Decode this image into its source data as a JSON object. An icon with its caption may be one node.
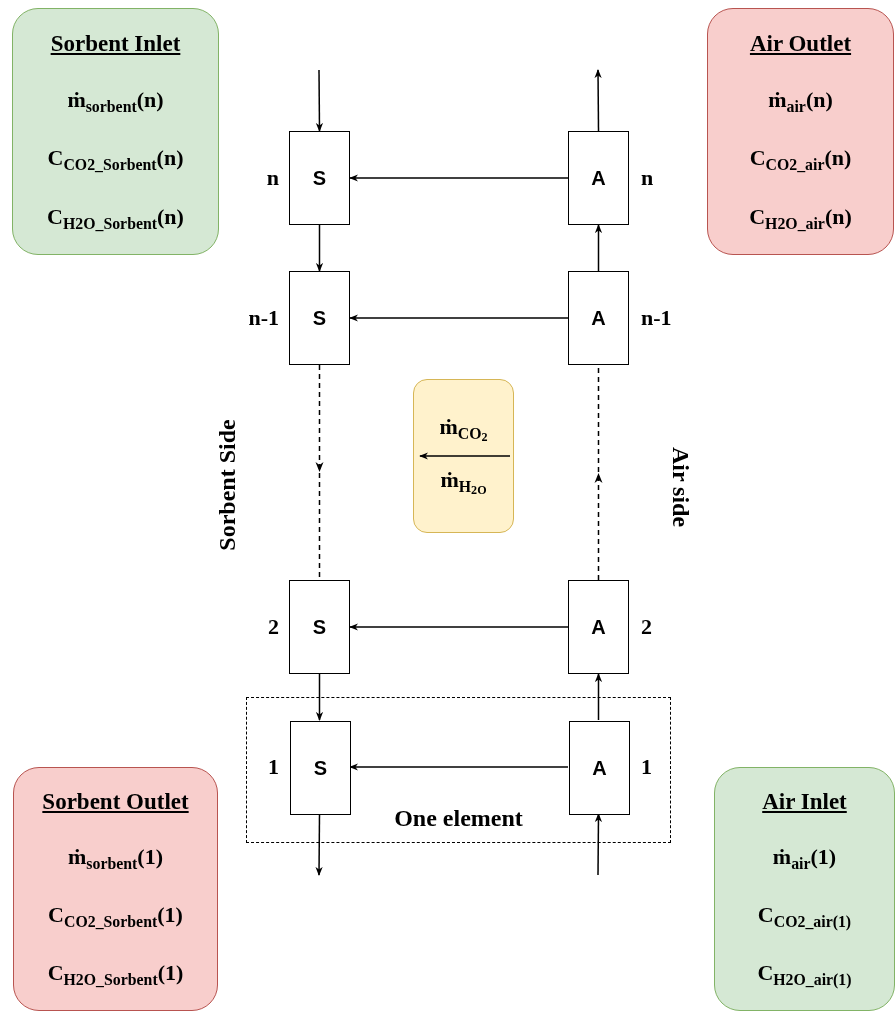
{
  "diagram": {
    "nodes": [
      {
        "text": [
          "Sorbent Inlet",
          "ṁ$_{sorbent}$(n)",
          "C$_{CO2_Sorbent}$(n)",
          "C$_{H2O_Sorbent}$(n)"
        ]
      },
      {
        "text": [
          "Air Outlet",
          "ṁ$_{air}$(n)",
          "C$_{CO2_air}$(n)",
          "C$_{H2O_air}$(n)"
        ]
      },
      {
        "text": [
          "S"
        ],
        "beside": [
          "n"
        ]
      },
      {
        "text": [
          "A"
        ],
        "beside": [
          "n"
        ]
      },
      {
        "text": [
          "S"
        ],
        "beside": [
          "n-1"
        ]
      },
      {
        "text": [
          "A"
        ],
        "beside": [
          "n-1"
        ]
      },
      {
        "text": [
          "ṁ$_{CO}$$_{2}$",
          "ṁ$_{H}$$_{2}$$_{O}$"
        ]
      },
      {
        "text": [
          "S"
        ],
        "beside": [
          "2"
        ]
      },
      {
        "text": [
          "A"
        ],
        "beside": [
          "2"
        ]
      },
      {
        "text": [
          "One element"
        ]
      },
      {
        "text": [
          "S"
        ],
        "beside": [
          "1"
        ],
        "in": 9
      },
      {
        "text": [
          "A"
        ],
        "beside": [
          "1"
        ],
        "in": 9
      },
      {
        "text": [
          "Sorbent Outlet",
          "ṁ$_{sorbent}$(1)",
          "C$_{CO2_Sorbent}$(1)",
          "C$_{H2O_Sorbent}$(1)"
        ]
      },
      {
        "text": [
          "Air Inlet",
          "ṁ$_{air}$(1)",
          "C$_{CO2_air(1)}$",
          "C$_{H2O_air(1)}$"
        ]
      }
    ],
    "edges": [
      {
        "from": null,
        "to": 2,
        "arrow": "to"
      },
      {
        "from": 3,
        "to": null,
        "arrow": "to"
      },
      {
        "from": 3,
        "to": 2,
        "arrow": "to"
      },
      {
        "from": 2,
        "to": 4,
        "arrow": "to"
      },
      {
        "from": 5,
        "to": 3,
        "arrow": "to"
      },
      {
        "from": 5,
        "to": 4,
        "arrow": "to"
      },
      {
        "from": 4,
        "to": 7,
        "arrow": "to",
        "style": "dashed"
      },
      {
        "from": 8,
        "to": 5,
        "arrow": "to",
        "style": "dashed"
      },
      {
        "from": 8,
        "to": 7,
        "arrow": "to"
      },
      {
        "from": 7,
        "to": 10,
        "arrow": "to"
      },
      {
        "from": 11,
        "to": 8,
        "arrow": "to"
      },
      {
        "from": 11,
        "to": 10,
        "arrow": "to"
      },
      {
        "from": 10,
        "to": null,
        "arrow": "to"
      },
      {
        "from": null,
        "to": 11,
        "arrow": "to"
      }
    ],
    "labels": [
      "Sorbent Side",
      "Air side"
    ]
  }
}
